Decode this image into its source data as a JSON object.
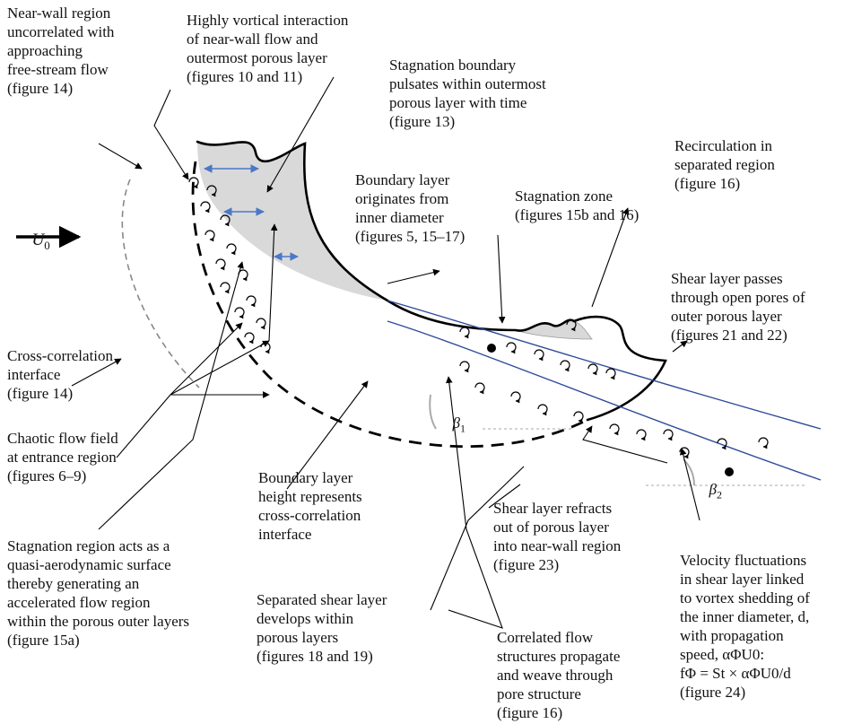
{
  "freestream": {
    "symbol": "U",
    "subscript": "0"
  },
  "angles": [
    {
      "symbol": "β",
      "subscript": "1"
    },
    {
      "symbol": "β",
      "subscript": "2"
    }
  ],
  "labels": {
    "near_wall": "Near-wall region\nuncorrelated with\napproaching\nfree-stream flow\n(figure 14)",
    "vortical": "Highly vortical interaction\nof near-wall flow and\noutermost porous layer\n(figures 10 and 11)",
    "stag_boundary": "Stagnation boundary\npulsates within outermost\nporous layer with time\n(figure 13)",
    "recirculation": "Recirculation in\nseparated region\n(figure 16)",
    "stag_zone": "Stagnation zone\n(figures 15b and 16)",
    "bl_origin": "Boundary layer\noriginates from\ninner diameter\n(figures 5, 15–17)",
    "shear_pass": "Shear layer passes\nthrough open pores of\nouter porous layer\n(figures 21 and 22)",
    "cross_corr": "Cross-correlation\ninterface\n(figure 14)",
    "chaotic": "Chaotic flow field\nat entrance region\n(figures 6–9)",
    "bl_height": "Boundary layer\nheight represents\ncross-correlation\ninterface",
    "refracts": "Shear layer refracts\nout of porous layer\ninto near-wall region\n(figure 23)",
    "stag_region": "Stagnation region acts as a\nquasi-aerodynamic surface\nthereby generating an\naccelerated flow region\nwithin the porous outer layers\n(figure 15a)",
    "separated": "Separated shear layer\ndevelops within\nporous layers\n(figures 18 and 19)",
    "correlated": "Correlated flow\nstructures propagate\nand weave through\npore structure\n(figure 16)",
    "velocity": "Velocity fluctuations\nin shear layer linked\nto vortex shedding of\nthe inner diameter, d,\nwith propagation\nspeed, αΦU0:\nfΦ = St × αΦU0/d\n(figure 24)"
  },
  "colors": {
    "line": "#000000",
    "shading": "#d9d9d9",
    "shear_layer": "#2e4a9a",
    "arrow_blue": "#4a78c8",
    "dashed_interface": "#888888"
  }
}
